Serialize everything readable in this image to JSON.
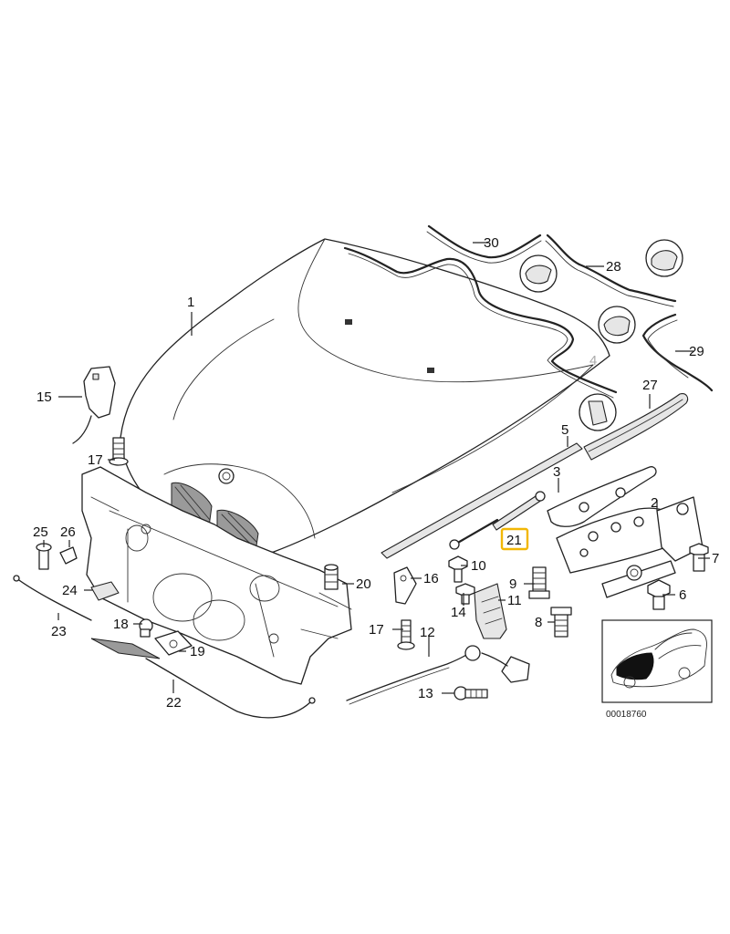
{
  "labels": {
    "p1": "1",
    "p2": "2",
    "p3": "3",
    "p4": "4",
    "p5": "5",
    "p6": "6",
    "p7": "7",
    "p8": "8",
    "p9": "9",
    "p10": "10",
    "p11": "11",
    "p12": "12",
    "p13": "13",
    "p14": "14",
    "p15": "15",
    "p16": "16",
    "p17a": "17",
    "p17b": "17",
    "p18": "18",
    "p19": "19",
    "p20": "20",
    "p21": "21",
    "p22": "22",
    "p23": "23",
    "p24": "24",
    "p25": "25",
    "p26": "26",
    "p27": "27",
    "p28": "28",
    "p29": "29",
    "p30": "30"
  },
  "highlight": {
    "part": "21",
    "color": "#f2b705"
  },
  "sheet_number": "00018760"
}
